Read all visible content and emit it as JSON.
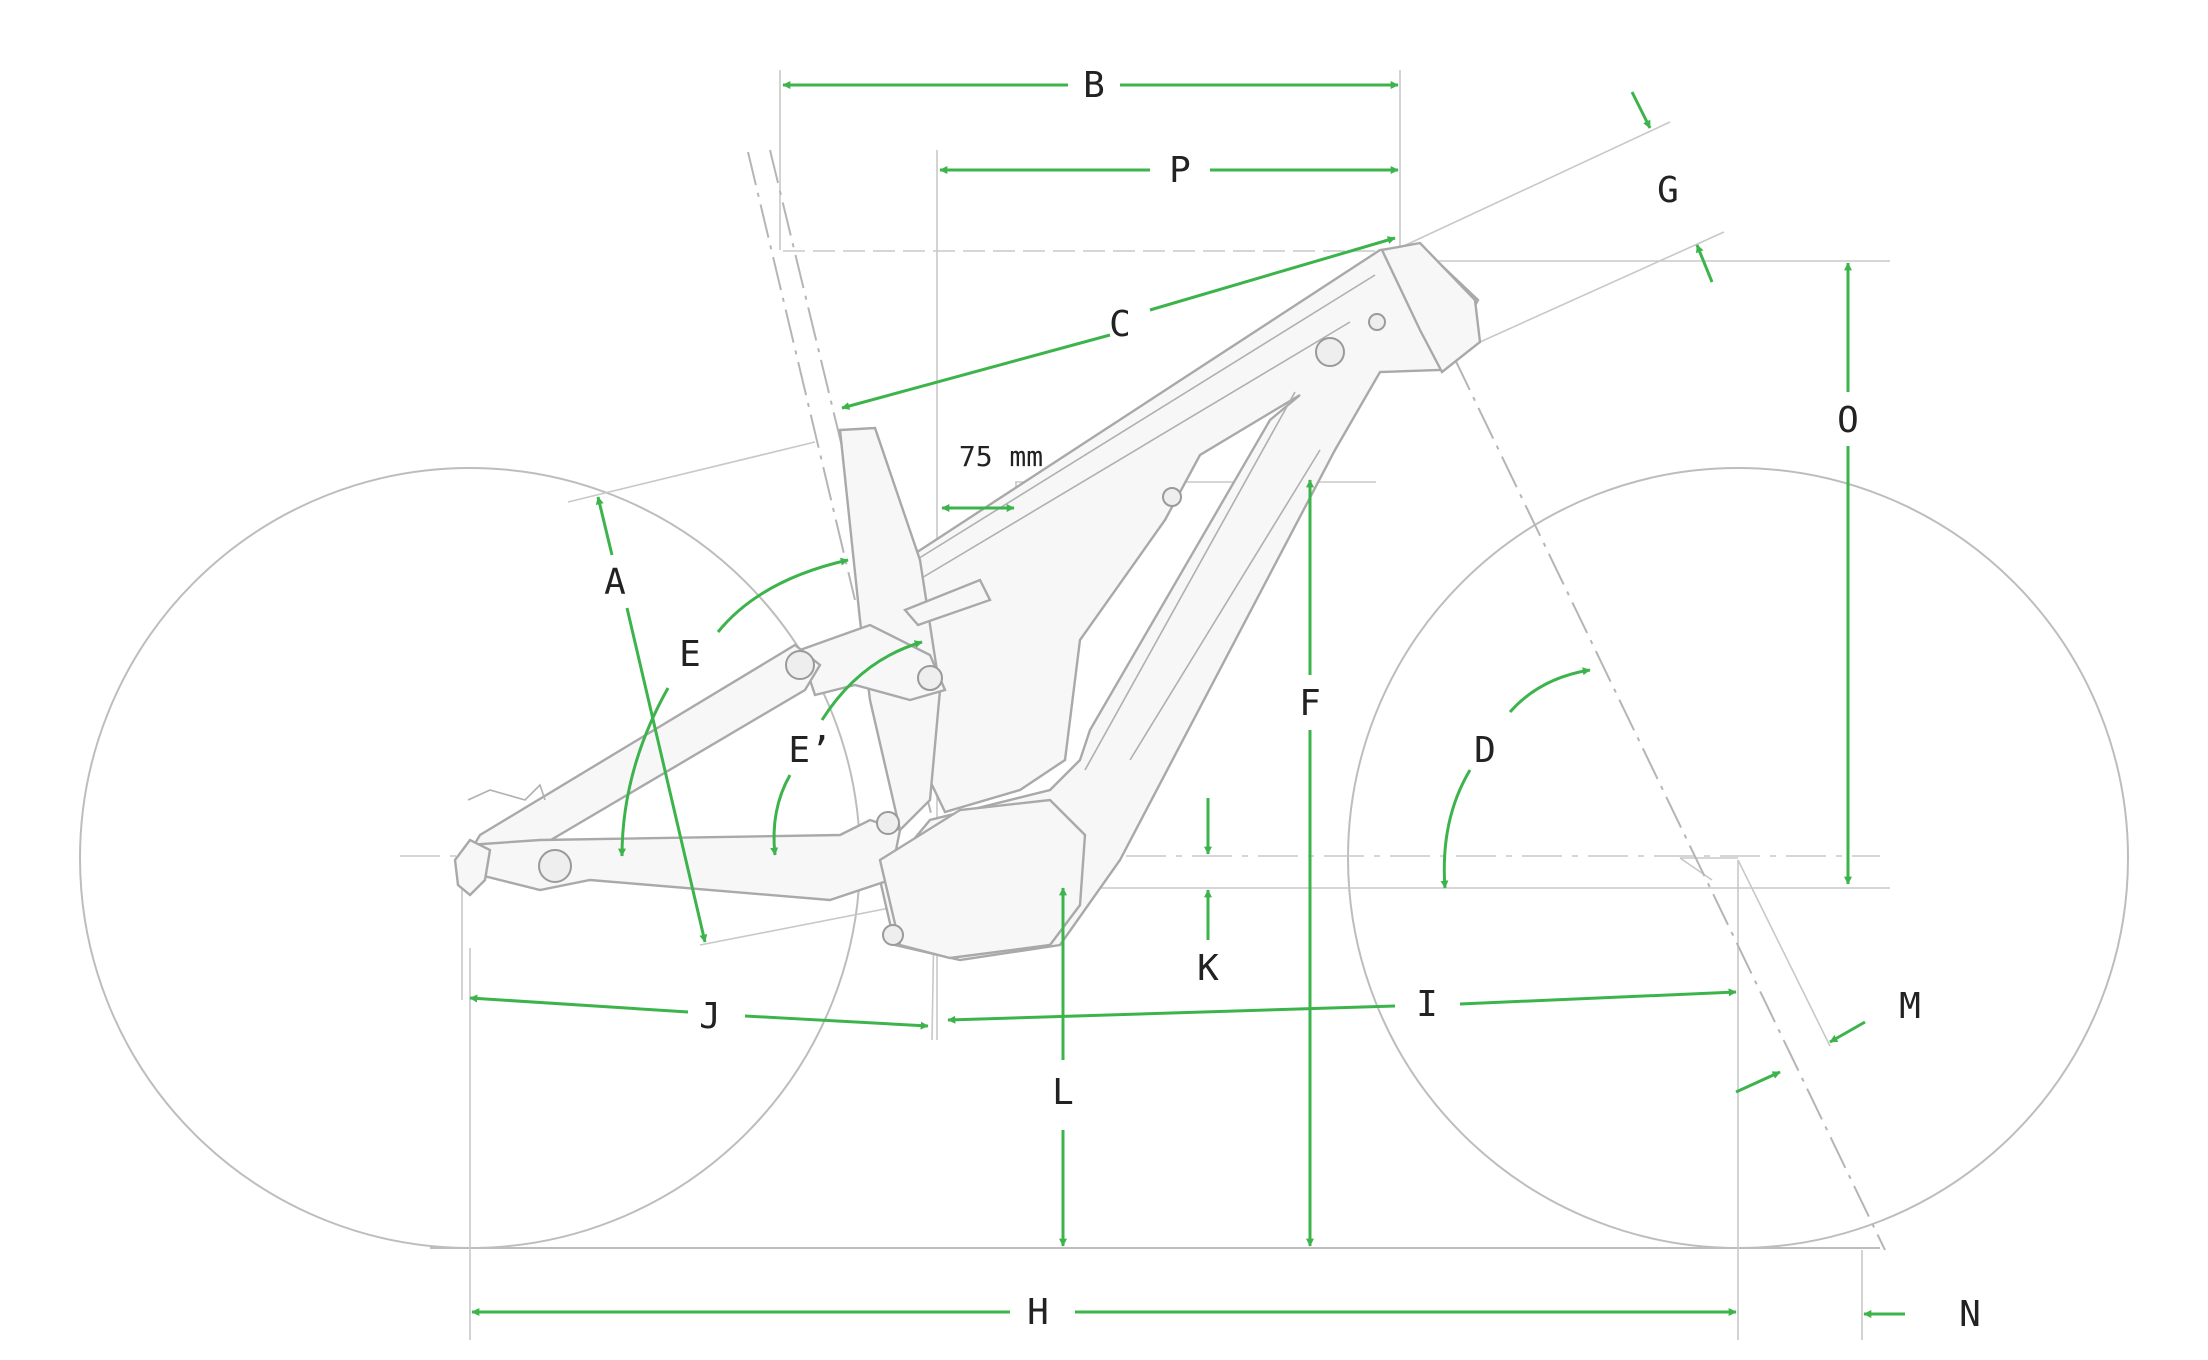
{
  "labels": {
    "A": "A",
    "B": "B",
    "C": "C",
    "D": "D",
    "E": "E",
    "E_prime": "E’",
    "F": "F",
    "G": "G",
    "H": "H",
    "I": "I",
    "J": "J",
    "K": "K",
    "L": "L",
    "M": "M",
    "N": "N",
    "O": "O",
    "P": "P"
  },
  "annotation": {
    "offset_75": "75 mm"
  },
  "colors": {
    "dimension": "#3cb44b",
    "construction": "#bdbdbd",
    "frame": "#a9a9a9",
    "text": "#222222"
  }
}
